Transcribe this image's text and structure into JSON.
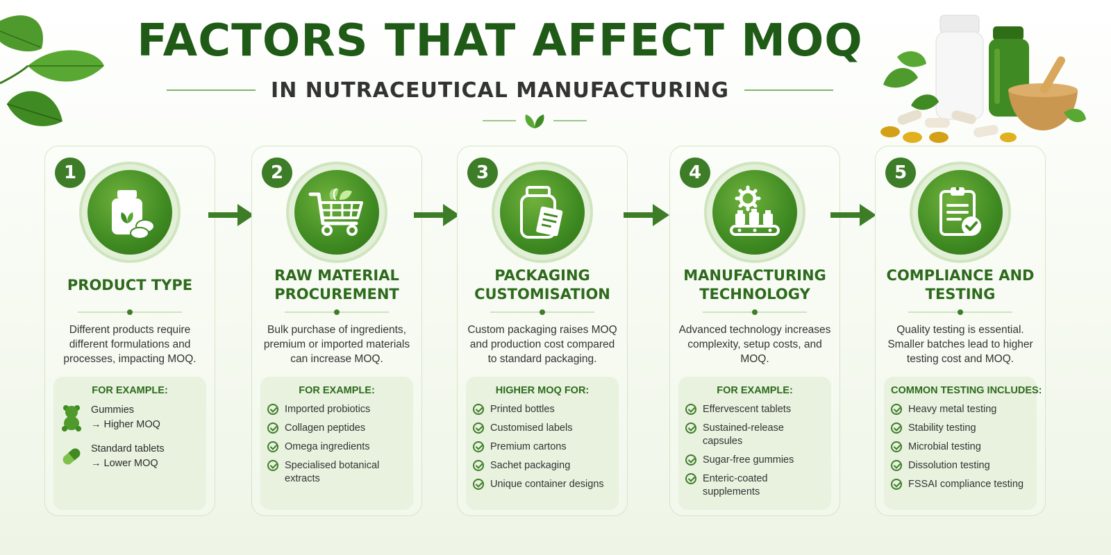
{
  "header": {
    "title": "FACTORS THAT AFFECT MOQ",
    "subtitle": "IN NUTRACEUTICAL MANUFACTURING"
  },
  "colors": {
    "brand_green": "#1f5a17",
    "accent_green": "#3e7d28",
    "card_bg": "#f4f9ef",
    "example_bg": "#e8f2df"
  },
  "steps": [
    {
      "number": "1",
      "icon": "supplement-bottle-icon",
      "title": "PRODUCT TYPE",
      "description": "Different products require different formulations and processes, impacting MOQ.",
      "example_heading": "FOR EXAMPLE:",
      "examples": [
        {
          "icon": "gummy-bear-icon",
          "name": "Gummies",
          "result": "→ Higher MOQ"
        },
        {
          "icon": "capsule-icon",
          "name": "Standard tablets",
          "result": "→ Lower MOQ"
        }
      ]
    },
    {
      "number": "2",
      "icon": "shopping-cart-leaves-icon",
      "title": "RAW MATERIAL PROCUREMENT",
      "description": "Bulk purchase of ingredients, premium or imported materials can increase MOQ.",
      "example_heading": "FOR EXAMPLE:",
      "items": [
        "Imported probiotics",
        "Collagen peptides",
        "Omega ingredients",
        "Specialised botanical extracts"
      ]
    },
    {
      "number": "3",
      "icon": "jar-label-icon",
      "title": "PACKAGING CUSTOMISATION",
      "description": "Custom packaging raises MOQ and production cost compared to standard packaging.",
      "example_heading": "HIGHER MOQ FOR:",
      "items": [
        "Printed bottles",
        "Customised labels",
        "Premium cartons",
        "Sachet packaging",
        "Unique container designs"
      ]
    },
    {
      "number": "4",
      "icon": "factory-conveyor-icon",
      "title": "MANUFACTURING TECHNOLOGY",
      "description": "Advanced technology increases complexity, setup costs, and MOQ.",
      "example_heading": "FOR EXAMPLE:",
      "items": [
        "Effervescent tablets",
        "Sustained-release capsules",
        "Sugar-free gummies",
        "Enteric-coated supplements"
      ]
    },
    {
      "number": "5",
      "icon": "clipboard-check-icon",
      "title": "COMPLIANCE AND TESTING",
      "description": "Quality testing is essential. Smaller batches lead to higher testing cost and MOQ.",
      "example_heading": "COMMON TESTING INCLUDES:",
      "items": [
        "Heavy metal testing",
        "Stability testing",
        "Microbial testing",
        "Dissolution testing",
        "FSSAI compliance testing"
      ]
    }
  ]
}
